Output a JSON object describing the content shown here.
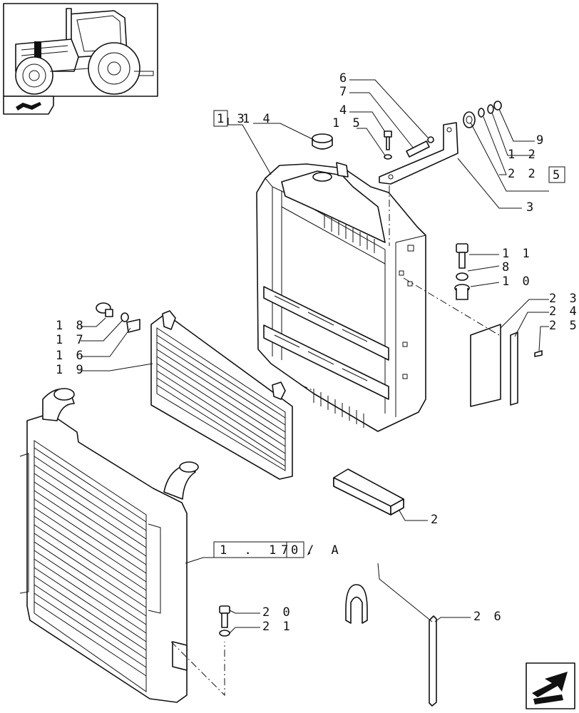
{
  "callouts": {
    "c1": "1 3",
    "c14": "1 4",
    "c6": "6",
    "c7": "7",
    "c4": "4",
    "c15": "1 5",
    "c9": "9",
    "c12": "1 2",
    "c22": "2 2",
    "c5": "5",
    "c3": "3",
    "c11": "1 1",
    "c8": "8",
    "c10": "1 0",
    "c23": "2 3",
    "c24": "2 4",
    "c25": "2 5",
    "c18": "1 8",
    "c17": "1 7",
    "c16": "1 6",
    "c19": "1 9",
    "c2": "2",
    "c20": "2 0",
    "c21": "2 1",
    "c26": "2 6"
  },
  "reference": {
    "main": "1 . 17 .",
    "box": "0",
    "suffix": "/ A"
  },
  "icons": {
    "thumbnail": "tractor-thumbnail-icon",
    "section": "section-arrow-icon",
    "nav": "next-page-arrow-icon"
  }
}
